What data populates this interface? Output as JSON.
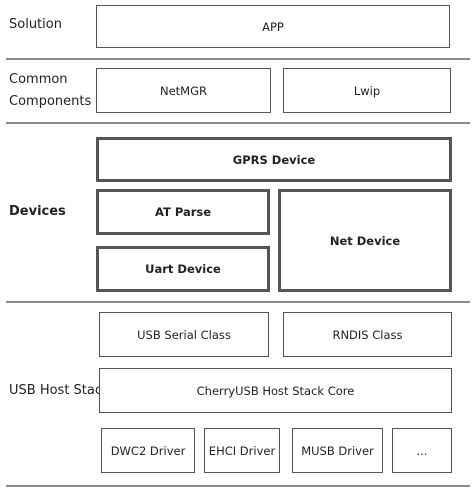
{
  "layers": {
    "solution": {
      "label": "Solution"
    },
    "common": {
      "label_line1": "Common",
      "label_line2": "Components"
    },
    "devices": {
      "label": "Devices"
    },
    "usb_host_stack": {
      "label": "USB Host Stack"
    }
  },
  "boxes": {
    "app": "APP",
    "netmgr": "NetMGR",
    "lwip": "Lwip",
    "gprs_device": "GPRS Device",
    "at_parse": "AT Parse",
    "uart_device": "Uart Device",
    "net_device": "Net Device",
    "usb_serial_class": "USB Serial Class",
    "rndis_class": "RNDIS Class",
    "host_stack_core": "CherryUSB  Host Stack Core",
    "dwc2_driver": "DWC2 Driver",
    "ehci_driver": "EHCI Driver",
    "musb_driver": "MUSB Driver",
    "more": "..."
  },
  "style": {
    "box_border": "#555555",
    "separator": "#8a8a8a",
    "text": "#222222",
    "background": "#ffffff"
  }
}
